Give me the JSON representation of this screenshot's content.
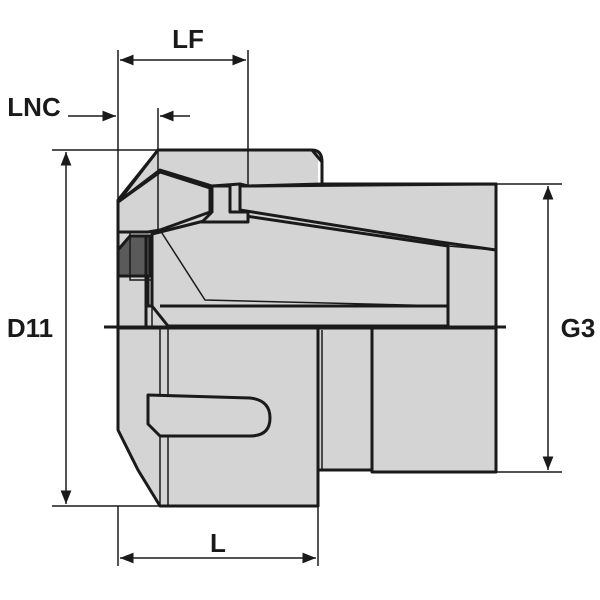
{
  "drawing": {
    "fill_color": "#d4d4d4",
    "line_color": "#1a1a1a",
    "background": "#ffffff"
  },
  "dimensions": {
    "lf": "LF",
    "lnc": "LNC",
    "d11": "D11",
    "g3": "G3",
    "l": "L"
  }
}
